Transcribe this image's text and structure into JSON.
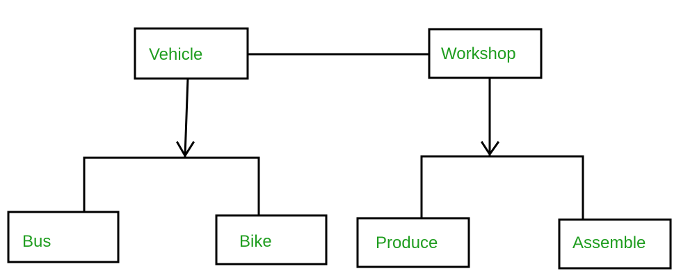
{
  "colors": {
    "label_text": "#1f9d1f",
    "box_border": "#000000",
    "connector": "#000000",
    "background": "#ffffff"
  },
  "nodes": {
    "vehicle": "Vehicle",
    "workshop": "Workshop",
    "bus": "Bus",
    "bike": "Bike",
    "produce": "Produce",
    "assemble": "Assemble"
  },
  "edges": [
    {
      "from": "vehicle",
      "to": "workshop",
      "type": "association"
    },
    {
      "from": "vehicle",
      "to": [
        "bus",
        "bike"
      ],
      "type": "arrow-branch"
    },
    {
      "from": "workshop",
      "to": [
        "produce",
        "assemble"
      ],
      "type": "arrow-branch"
    }
  ]
}
